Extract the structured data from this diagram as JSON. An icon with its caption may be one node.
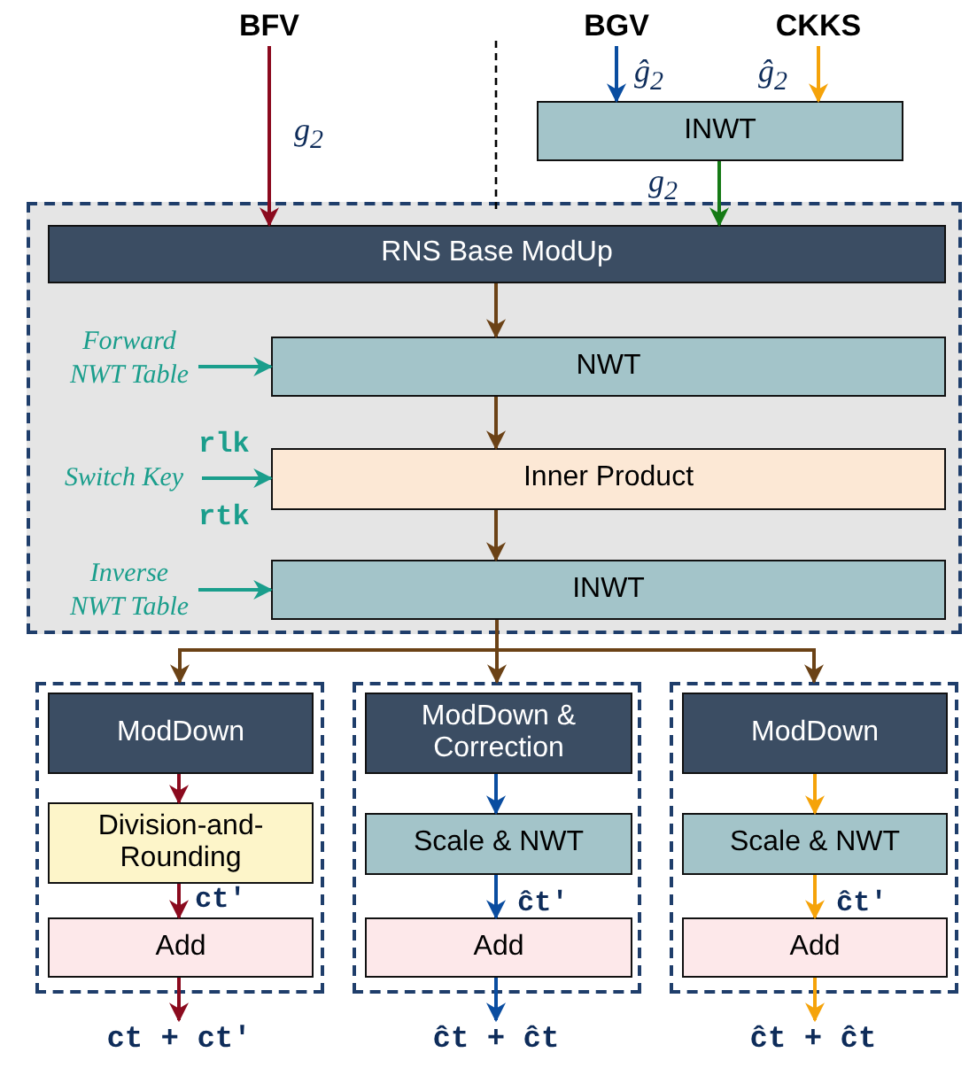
{
  "diagram": {
    "nodes": [
      {
        "text": [
          "BFV"
        ]
      },
      {
        "text": [
          "BGV"
        ]
      },
      {
        "text": [
          "CKKS"
        ]
      },
      {
        "text": [
          "INWT"
        ]
      },
      {
        "text": [],
        "shape": "box"
      },
      {
        "text": [
          "RNS Base ModUp"
        ],
        "in": 4
      },
      {
        "text": [
          "NWT"
        ],
        "in": 4
      },
      {
        "text": [
          "Inner Product"
        ],
        "in": 4
      },
      {
        "text": [
          "INWT"
        ],
        "in": 4
      },
      {
        "text": [
          "Forward NWT Table"
        ],
        "in": 4
      },
      {
        "text": [
          "Switch Key"
        ],
        "in": 4,
        "beside": [
          "rlk",
          "rtk"
        ]
      },
      {
        "text": [
          "Inverse NWT Table"
        ],
        "in": 4
      },
      {
        "text": [],
        "shape": "box"
      },
      {
        "text": [
          "ModDown"
        ],
        "in": 12
      },
      {
        "text": [
          "Division-and-Rounding"
        ],
        "in": 12
      },
      {
        "text": [
          "Add"
        ],
        "in": 12
      },
      {
        "text": [],
        "shape": "box"
      },
      {
        "text": [
          "ModDown & Correction"
        ],
        "in": 16
      },
      {
        "text": [
          "Scale & NWT"
        ],
        "in": 16
      },
      {
        "text": [
          "Add"
        ],
        "in": 16
      },
      {
        "text": [],
        "shape": "box"
      },
      {
        "text": [
          "ModDown"
        ],
        "in": 20
      },
      {
        "text": [
          "Scale & NWT"
        ],
        "in": 20
      },
      {
        "text": [
          "Add"
        ],
        "in": 20
      },
      {
        "text": [
          "ct + ct′"
        ]
      },
      {
        "text": [
          "ĉt + ĉt"
        ]
      },
      {
        "text": [
          "ĉt + ĉt"
        ]
      }
    ],
    "edges": [
      {
        "from": 0,
        "to": 5,
        "arrow": "to",
        "label": "g$_{2}$",
        "color": "#8b0a1e"
      },
      {
        "from": 1,
        "to": 3,
        "arrow": "to",
        "label": "ĝ$_{2}$",
        "color": "#0a4da0"
      },
      {
        "from": 2,
        "to": 3,
        "arrow": "to",
        "label": "ĝ$_{2}$",
        "color": "#f5a30a"
      },
      {
        "from": 3,
        "to": 5,
        "arrow": "to",
        "label": "g$_{2}$",
        "color": "#157a15"
      },
      {
        "from": 5,
        "to": 6,
        "arrow": "to"
      },
      {
        "from": 6,
        "to": 7,
        "arrow": "to"
      },
      {
        "from": 7,
        "to": 8,
        "arrow": "to"
      },
      {
        "from": 9,
        "to": 6,
        "arrow": "to",
        "color": "#1a9e8c"
      },
      {
        "from": 10,
        "to": 7,
        "arrow": "to",
        "color": "#1a9e8c"
      },
      {
        "from": 11,
        "to": 8,
        "arrow": "to",
        "color": "#1a9e8c"
      },
      {
        "from": 8,
        "to": 12,
        "arrow": "to"
      },
      {
        "from": 8,
        "to": 16,
        "arrow": "to"
      },
      {
        "from": 8,
        "to": 20,
        "arrow": "to"
      },
      {
        "from": 13,
        "to": 14,
        "arrow": "to",
        "color": "#8b0a1e"
      },
      {
        "from": 14,
        "to": 15,
        "arrow": "to",
        "label": "ct′",
        "color": "#8b0a1e"
      },
      {
        "from": 15,
        "to": 24,
        "arrow": "to",
        "color": "#8b0a1e"
      },
      {
        "from": 17,
        "to": 18,
        "arrow": "to",
        "color": "#0a4da0"
      },
      {
        "from": 18,
        "to": 19,
        "arrow": "to",
        "label": "ĉt′",
        "color": "#0a4da0"
      },
      {
        "from": 19,
        "to": 25,
        "arrow": "to",
        "color": "#0a4da0"
      },
      {
        "from": 21,
        "to": 22,
        "arrow": "to",
        "color": "#f5a30a"
      },
      {
        "from": 22,
        "to": 23,
        "arrow": "to",
        "label": "ĉt′",
        "color": "#f5a30a"
      },
      {
        "from": 23,
        "to": 26,
        "arrow": "to",
        "color": "#f5a30a"
      }
    ]
  }
}
